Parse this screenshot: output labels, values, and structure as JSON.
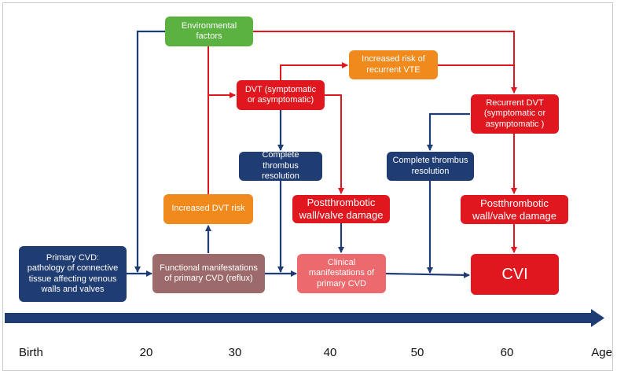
{
  "nodes": {
    "primary_cvd": "Primary CVD:\npathology of connective\ntissue affecting venous\nwalls and valves",
    "functional": "Functional manifestations\nof primary CVD (reflux)",
    "environmental": "Environmental\nfactors",
    "increased_dvt_risk": "Increased DVT risk",
    "dvt": "DVT (symptomatic\nor asymptomatic)",
    "increased_vte_risk": "Increased risk of\nrecurrent VTE",
    "resolution_1": "Complete thrombus\nresolution",
    "damage_1": "Postthrombotic\nwall/valve damage",
    "clinical": "Clinical\nmanifestations of\nprimary CVD",
    "recurrent_dvt": "Recurrent DVT\n(symptomatic or\nasymptomatic )",
    "resolution_2": "Complete thrombus\nresolution",
    "damage_2": "Postthrombotic\nwall/valve damage",
    "cvi": "CVI"
  },
  "timeline": {
    "ticks": [
      "Birth",
      "20",
      "30",
      "40",
      "50",
      "60",
      "Age"
    ]
  },
  "colors": {
    "navy": "#1f3c73",
    "red": "#e0171f",
    "green": "#5bb240",
    "orange": "#f08a1d",
    "brown": "#9c6a6a",
    "pink": "#ec6a6d"
  }
}
